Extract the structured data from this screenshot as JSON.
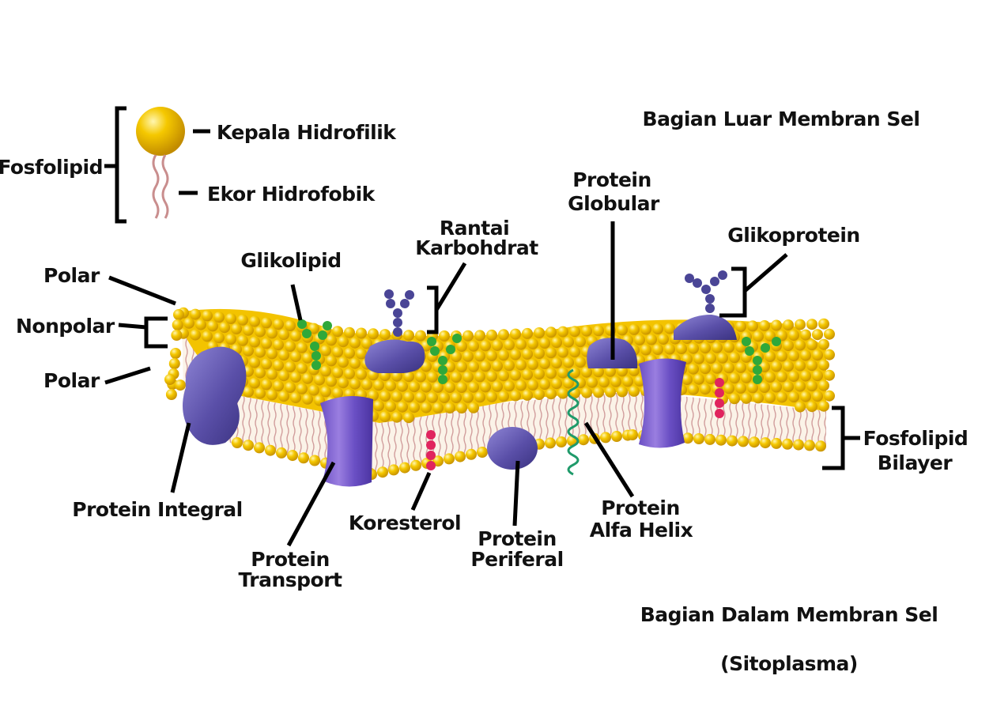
{
  "labels": {
    "outer": "Bagian Luar Membran Sel",
    "inner": "Bagian Dalam Membran Sel",
    "inner_sub": "(Sitoplasma)",
    "fosfolipid": "Fosfolipid",
    "kepala": "Kepala Hidrofilik",
    "ekor": "Ekor Hidrofobik",
    "polar_top": "Polar",
    "nonpolar": "Nonpolar",
    "polar_bottom": "Polar",
    "glikolipid": "Glikolipid",
    "rantai_1": "Rantai",
    "rantai_2": "Karbohdrat",
    "globular_1": "Protein",
    "globular_2": "Globular",
    "glikoprotein": "Glikoprotein",
    "integral": "Protein Integral",
    "transport_1": "Protein",
    "transport_2": "Transport",
    "koresterol": "Koresterol",
    "periferal_1": "Protein",
    "periferal_2": "Periferal",
    "alfa_1": "Protein",
    "alfa_2": "Alfa Helix",
    "bilayer_1": "Fosfolipid",
    "bilayer_2": "Bilayer"
  },
  "colors": {
    "head": "#f2c200",
    "head_dark": "#c99400",
    "tail": "#c98e8e",
    "protein": "#5a4fa8",
    "protein_light": "#8f86d6",
    "carbohydrate": "#4a4596",
    "glycolipid": "#2fa83a",
    "cholesterol": "#e0245e",
    "helix": "#1f9a6a"
  }
}
